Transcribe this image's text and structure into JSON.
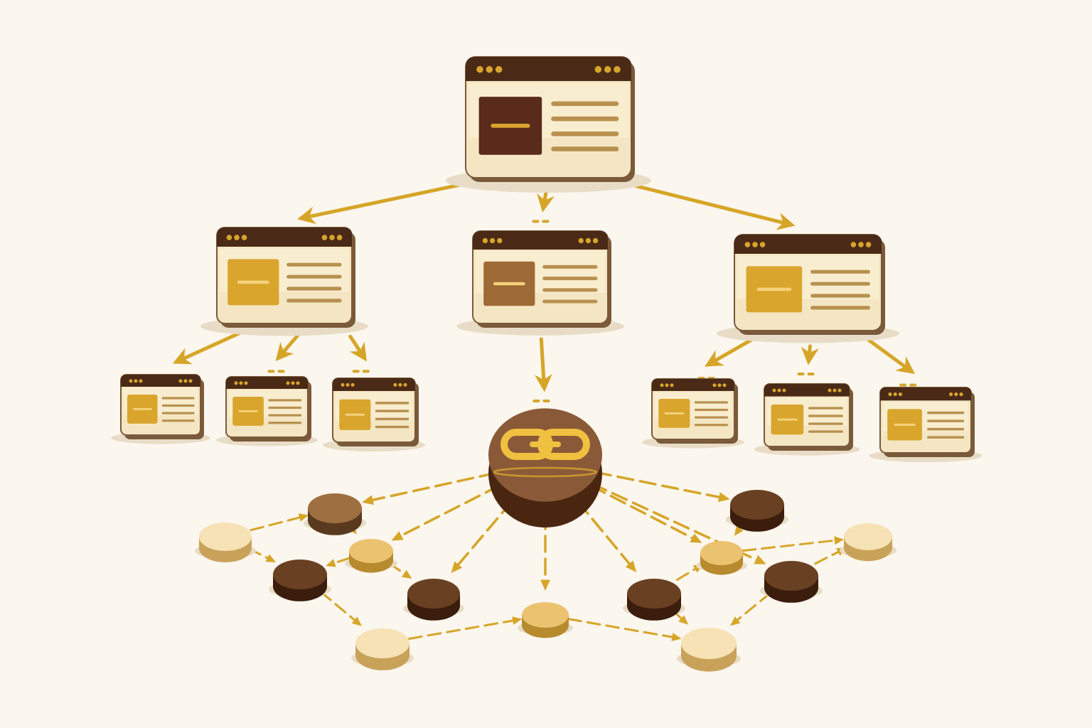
{
  "palette": {
    "background": "#fbf6ee",
    "window_body": "#f4e6c2",
    "window_body_light": "#fbf1d9",
    "window_edge": "#7a5a3a",
    "titlebar": "#4a2a17",
    "titlebar_dot": "#d8a52c",
    "arrow": "#d6a528",
    "text_line": "#b8914f",
    "shadow": "#e8dcc6",
    "hub_top": "#8a5a38",
    "hub_side": "#4a2611",
    "link_gold": "#f0c040",
    "node_dark_top": "#6a4022",
    "node_dark_side": "#3a1d0c",
    "node_mid_top": "#9e6f41",
    "node_mid_side": "#5a3a1f",
    "node_gold_top": "#ebc270",
    "node_gold_side": "#b88a2e",
    "node_cream_top": "#f6e2b4",
    "node_cream_side": "#c9a25a"
  },
  "diagram": {
    "windows": [
      {
        "id": "root",
        "level": "root",
        "thumb_color": "#5a2a1a"
      },
      {
        "id": "child-left",
        "level": "child",
        "thumb_color": "#d9a52c"
      },
      {
        "id": "child-center",
        "level": "child",
        "thumb_color": "#9e6a36"
      },
      {
        "id": "child-right",
        "level": "child",
        "thumb_color": "#d9a52c"
      },
      {
        "id": "leaf-1",
        "level": "leaf",
        "thumb_color": "#d9a52c"
      },
      {
        "id": "leaf-2",
        "level": "leaf",
        "thumb_color": "#d9a52c"
      },
      {
        "id": "leaf-3",
        "level": "leaf",
        "thumb_color": "#d9a52c"
      },
      {
        "id": "leaf-4",
        "level": "leaf",
        "thumb_color": "#d9a52c"
      },
      {
        "id": "leaf-5",
        "level": "leaf",
        "thumb_color": "#d9a52c"
      },
      {
        "id": "leaf-6",
        "level": "leaf",
        "thumb_color": "#d9a52c"
      }
    ],
    "hub": {
      "id": "link-hub",
      "icon": "chain-link-icon"
    },
    "nodes": [
      {
        "id": "n1",
        "tone": "cream"
      },
      {
        "id": "n2",
        "tone": "mid"
      },
      {
        "id": "n3",
        "tone": "gold"
      },
      {
        "id": "n4",
        "tone": "dark"
      },
      {
        "id": "n5",
        "tone": "dark"
      },
      {
        "id": "n6",
        "tone": "cream"
      },
      {
        "id": "n7",
        "tone": "gold"
      },
      {
        "id": "n8",
        "tone": "dark"
      },
      {
        "id": "n9",
        "tone": "dark"
      },
      {
        "id": "n10",
        "tone": "gold"
      },
      {
        "id": "n11",
        "tone": "dark"
      },
      {
        "id": "n12",
        "tone": "cream"
      },
      {
        "id": "n13",
        "tone": "cream"
      }
    ],
    "tree_edges": [
      [
        "root",
        "child-left"
      ],
      [
        "root",
        "child-center"
      ],
      [
        "root",
        "child-right"
      ],
      [
        "child-left",
        "leaf-1"
      ],
      [
        "child-left",
        "leaf-2"
      ],
      [
        "child-left",
        "leaf-3"
      ],
      [
        "child-center",
        "link-hub"
      ],
      [
        "child-right",
        "leaf-4"
      ],
      [
        "child-right",
        "leaf-5"
      ],
      [
        "child-right",
        "leaf-6"
      ]
    ],
    "hub_edges": [
      [
        "link-hub",
        "n2"
      ],
      [
        "link-hub",
        "n3"
      ],
      [
        "link-hub",
        "n5"
      ],
      [
        "link-hub",
        "n7"
      ],
      [
        "link-hub",
        "n8"
      ],
      [
        "link-hub",
        "n9"
      ],
      [
        "link-hub",
        "n10"
      ],
      [
        "link-hub",
        "n11"
      ]
    ],
    "mesh_edges": [
      [
        "n1",
        "n2"
      ],
      [
        "n1",
        "n4"
      ],
      [
        "n2",
        "n3"
      ],
      [
        "n3",
        "n5"
      ],
      [
        "n4",
        "n6"
      ],
      [
        "n6",
        "n7"
      ],
      [
        "n7",
        "n12"
      ],
      [
        "n8",
        "n10"
      ],
      [
        "n9",
        "n10"
      ],
      [
        "n10",
        "n13"
      ],
      [
        "n11",
        "n12"
      ],
      [
        "n9",
        "n12"
      ],
      [
        "n11",
        "n13"
      ],
      [
        "n3",
        "n4"
      ]
    ]
  }
}
